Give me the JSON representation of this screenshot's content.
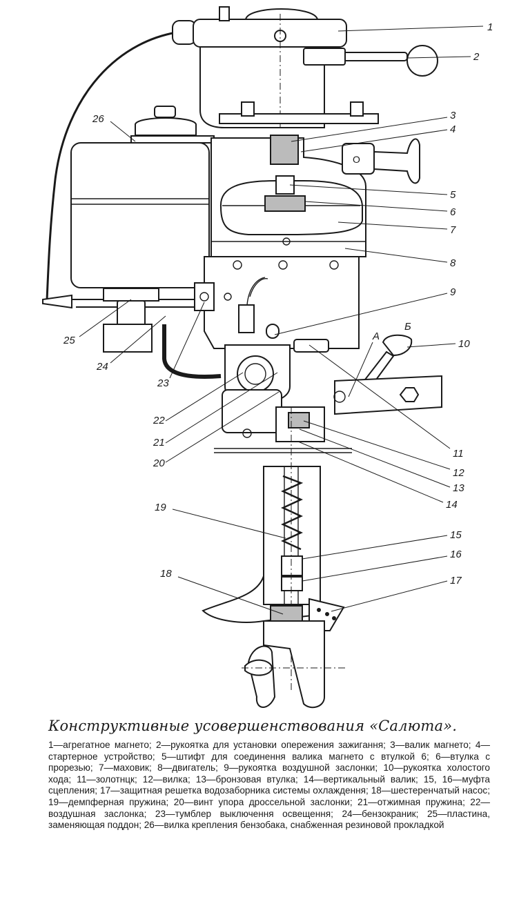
{
  "figure": {
    "callouts": [
      {
        "id": "1",
        "label": "1"
      },
      {
        "id": "2",
        "label": "2"
      },
      {
        "id": "3",
        "label": "3"
      },
      {
        "id": "4",
        "label": "4"
      },
      {
        "id": "5",
        "label": "5"
      },
      {
        "id": "6",
        "label": "6"
      },
      {
        "id": "7",
        "label": "7"
      },
      {
        "id": "8",
        "label": "8"
      },
      {
        "id": "9",
        "label": "9"
      },
      {
        "id": "10",
        "label": "10"
      },
      {
        "id": "11",
        "label": "11"
      },
      {
        "id": "12",
        "label": "12"
      },
      {
        "id": "13",
        "label": "13"
      },
      {
        "id": "14",
        "label": "14"
      },
      {
        "id": "15",
        "label": "15"
      },
      {
        "id": "16",
        "label": "16"
      },
      {
        "id": "17",
        "label": "17"
      },
      {
        "id": "18",
        "label": "18"
      },
      {
        "id": "19",
        "label": "19"
      },
      {
        "id": "20",
        "label": "20"
      },
      {
        "id": "21",
        "label": "21"
      },
      {
        "id": "22",
        "label": "22"
      },
      {
        "id": "23",
        "label": "23"
      },
      {
        "id": "24",
        "label": "24"
      },
      {
        "id": "25",
        "label": "25"
      },
      {
        "id": "26",
        "label": "26"
      },
      {
        "id": "A",
        "label": "A"
      },
      {
        "id": "B",
        "label": "Б"
      }
    ]
  },
  "caption": {
    "title": "Конструктивные усовершенствования «Салюта».",
    "legend": "1—агрегатное магнето; 2—рукоятка для установки опережения зажигання; 3—валик магнето; 4—стартерное устройство; 5—штифт для соединення валика магнето с втулкой 6; 6—втулка с прорезью; 7—маховик; 8—двигатель; 9—рукоятка воздушной заслонки; 10—рукоятка холостого хода; 11—золотнцк; 12—вилка; 13—бронзовая втулка; 14—вертикальный валик; 15, 16—муфта сцепления; 17—защитная решетка водозаборника системы охлаждення; 18—шестеренчатый насос; 19—демпферная пружина; 20—винт упора дроссельной заслонки; 21—отжимная пружина; 22—воздушная заслонка; 23—тумблер выключення освещення; 24—бензокраник; 25—пластина, заменяющая поддон; 26—вилка крепления бензобака, снабженная резиновой прокладкой"
  }
}
